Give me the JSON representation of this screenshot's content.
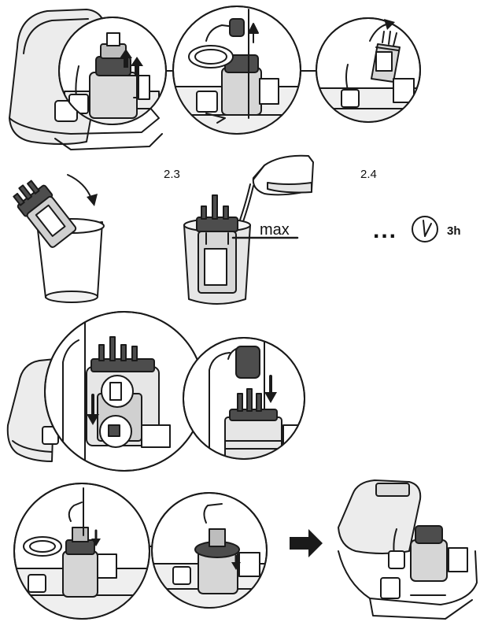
{
  "steps": {
    "step_2_3": "2.3",
    "step_2_4": "2.4"
  },
  "labels": {
    "max": "max",
    "wait_dots": "...",
    "duration": "3h"
  },
  "colors": {
    "line": "#1a1a1a",
    "fill_light": "#e6e6e6",
    "fill_mid": "#bdbdbd",
    "fill_dark": "#4d4d4d",
    "water": "#d9d9d9"
  }
}
